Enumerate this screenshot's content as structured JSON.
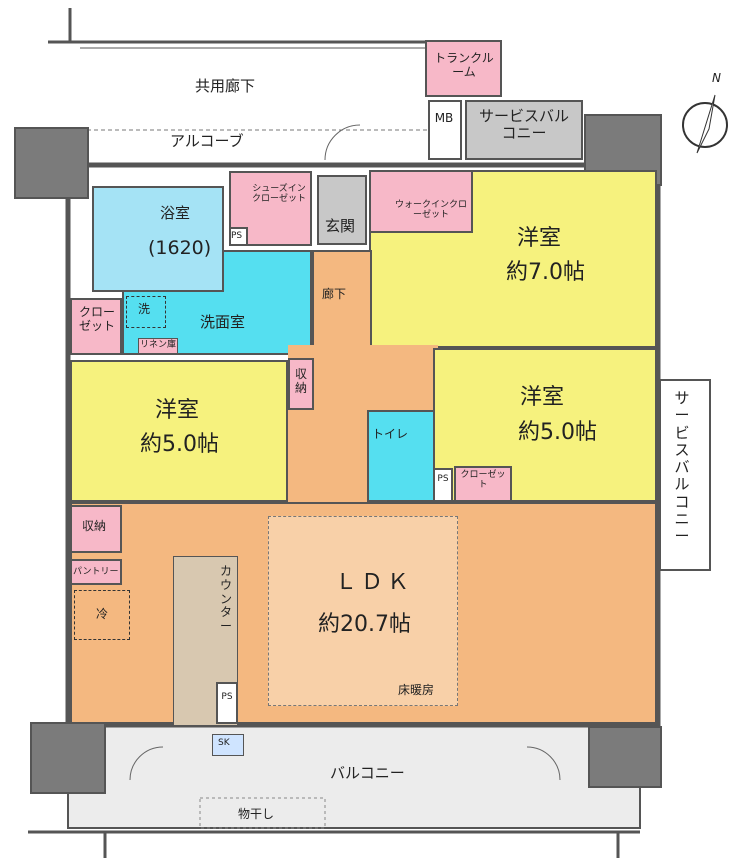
{
  "colors": {
    "bath": "#a5e3f5",
    "washroom": "#55dff0",
    "bedroom": "#f6f27e",
    "closet": "#f7b8c8",
    "ldk": "#f4b880",
    "ldk_center": "#f8d0a8",
    "hall": "#f4b880",
    "service": "#c8c8c8",
    "balcony": "#ececec",
    "pillar": "#7b7b7b"
  },
  "compass": {
    "label": "N"
  },
  "areas": {
    "common_corridor": "共用廊下",
    "alcove": "アルコーブ",
    "trunk_room": "トランクルーム",
    "mb": "MB",
    "service_balcony_top": "サービスバルコニー",
    "service_balcony_right": "サービスバルコニー",
    "balcony": "バルコニー",
    "drying": "物干し"
  },
  "rooms": {
    "bath": {
      "name": "浴室",
      "size": "(1620)"
    },
    "shoes_in": "シューズインクローゼット",
    "entrance": "玄関",
    "walk_in": "ウォークインクローゼット",
    "bedroom1": {
      "name": "洋室",
      "size": "約7.0帖"
    },
    "bedroom2": {
      "name": "洋室",
      "size": "約5.0帖"
    },
    "bedroom3": {
      "name": "洋室",
      "size": "約5.0帖"
    },
    "washroom": "洗面室",
    "washer": "洗",
    "linen": "リネン庫",
    "closet_left": "クローゼット",
    "corridor": "廊下",
    "storage_mid": "収納",
    "toilet": "トイレ",
    "closet_right": "クローゼット",
    "storage_ldk": "収納",
    "pantry": "パントリー",
    "fridge": "冷",
    "counter": "カウンター",
    "ldk": {
      "name": "ＬＤＫ",
      "size": "約20.7帖"
    },
    "floor_heating": "床暖房",
    "ps_shoes": "PS",
    "ps_toilet": "PS",
    "ps_kitchen": "PS",
    "sk": "SK"
  }
}
